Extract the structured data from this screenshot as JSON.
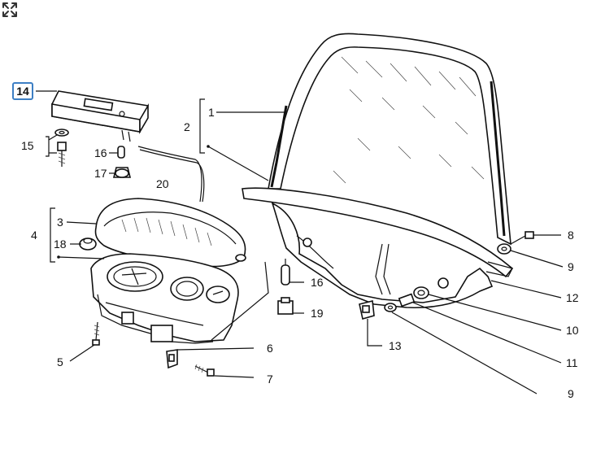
{
  "toolbar": {
    "expand_icon": "expand-arrows-icon"
  },
  "highlight": {
    "label": "14",
    "color": "#3d7fc4"
  },
  "labels": {
    "l1": "1",
    "l2": "2",
    "l3": "3",
    "l4": "4",
    "l5": "5",
    "l6": "6",
    "l7": "7",
    "l8": "8",
    "l9a": "9",
    "l9b": "9",
    "l10": "10",
    "l11": "11",
    "l12": "12",
    "l13": "13",
    "l15": "15",
    "l16a": "16",
    "l16b": "16",
    "l17": "17",
    "l18": "18",
    "l19": "19",
    "l20": "20"
  }
}
